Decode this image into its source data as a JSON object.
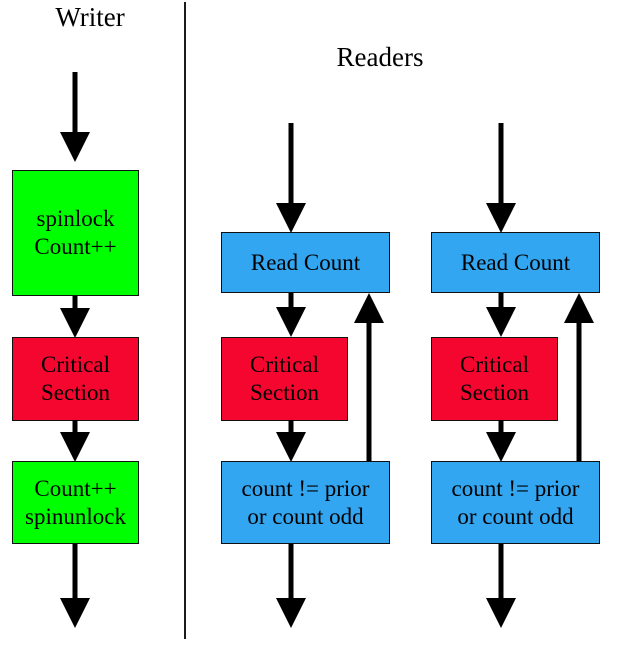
{
  "diagram": {
    "title_writer": "Writer",
    "title_readers": "Readers",
    "colors": {
      "green": "#00ff00",
      "red": "#f5062f",
      "blue": "#33a6f2",
      "stroke": "#101010",
      "arrow": "#000000",
      "background": "#ffffff"
    },
    "writer_column": {
      "nodes": [
        {
          "id": "writer-spinlock",
          "line1": "spinlock",
          "line2": "Count++",
          "color": "green"
        },
        {
          "id": "writer-critical-section",
          "line1": "Critical",
          "line2": "Section",
          "color": "red"
        },
        {
          "id": "writer-spinunlock",
          "line1": "Count++",
          "line2": "spinunlock",
          "color": "green"
        }
      ]
    },
    "reader_columns": [
      {
        "id": "reader-1",
        "nodes": [
          {
            "id": "reader-1-read-count",
            "line1": "Read Count",
            "line2": "",
            "color": "blue"
          },
          {
            "id": "reader-1-critical-section",
            "line1": "Critical",
            "line2": "Section",
            "color": "red"
          },
          {
            "id": "reader-1-recheck",
            "line1": "count != prior",
            "line2": "or count odd",
            "color": "blue"
          }
        ]
      },
      {
        "id": "reader-2",
        "nodes": [
          {
            "id": "reader-2-read-count",
            "line1": "Read Count",
            "line2": "",
            "color": "blue"
          },
          {
            "id": "reader-2-critical-section",
            "line1": "Critical",
            "line2": "Section",
            "color": "red"
          },
          {
            "id": "reader-2-recheck",
            "line1": "count != prior",
            "line2": "or count odd",
            "color": "blue"
          }
        ]
      }
    ]
  }
}
